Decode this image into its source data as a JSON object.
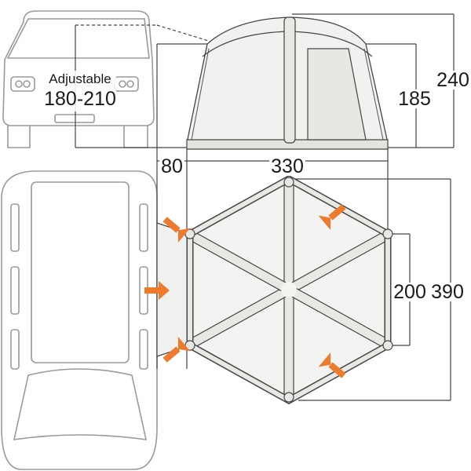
{
  "van_height_label": "Adjustable",
  "van_height_range": "180-210",
  "dimensions": {
    "awning_height": "185",
    "total_height": "240",
    "side_depth": "80",
    "width": "330",
    "door_width": "200",
    "total_depth": "390"
  },
  "colors": {
    "outline": "#9a9a9a",
    "line": "#444444",
    "arrow": "#ee7a2e",
    "pole_fill": "#e8e9e4",
    "tent_fill": "#f3f3f1"
  }
}
